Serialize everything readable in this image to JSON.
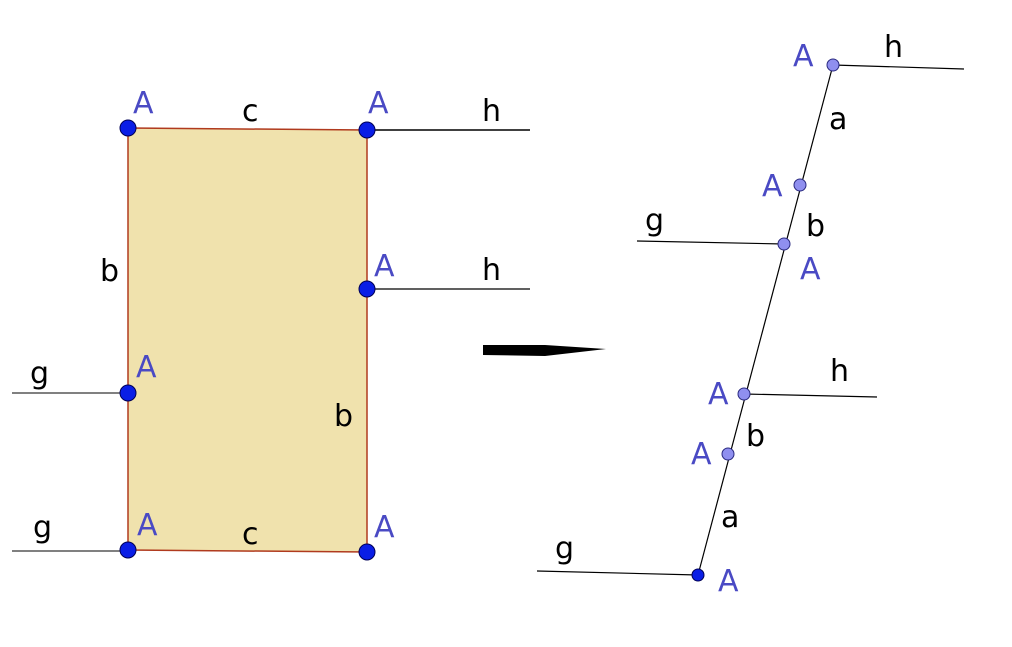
{
  "colors": {
    "fill": "#f0e2ad",
    "edge": "#b03a1e",
    "line": "#000000",
    "point_dark": "#0a1ee6",
    "point_light": "#8f8fef",
    "point_label": "#4a4ac4"
  },
  "labels": {
    "point": "A",
    "side_a": "a",
    "side_b": "b",
    "side_c": "c",
    "line_g": "g",
    "line_h": "h"
  },
  "icons": {
    "arrow": "right-arrow-icon"
  }
}
